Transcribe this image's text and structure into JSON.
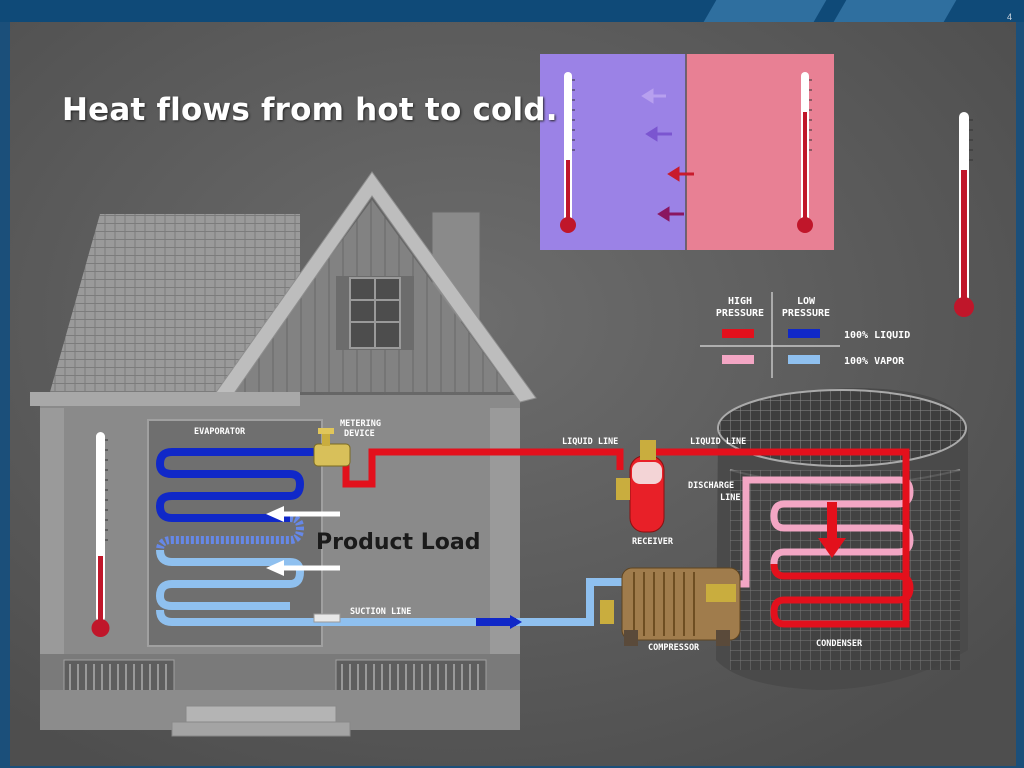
{
  "slide": {
    "title": "Heat flows from hot to cold.",
    "page_number": "4"
  },
  "legend": {
    "high_pressure": "HIGH\nPRESSURE",
    "low_pressure": "LOW\nPRESSURE",
    "liquid": "100% LIQUID",
    "vapor": "100% VAPOR",
    "colors": {
      "high_liquid": "#e3101c",
      "low_liquid": "#1028c8",
      "high_vapor": "#f3a6c4",
      "low_vapor": "#8fc0ef"
    }
  },
  "labels": {
    "evaporator": "EVAPORATOR",
    "metering_device": "METERING\nDEVICE",
    "liquid_line_1": "LIQUID LINE",
    "liquid_line_2": "LIQUID LINE",
    "discharge_line": "DISCHARGE\nLINE",
    "receiver": "RECEIVER",
    "product_load": "Product Load",
    "suction_line": "SUCTION LINE",
    "compressor": "COMPRESSOR",
    "condenser": "CONDENSER"
  },
  "colors": {
    "cold_box": "#9b82e6",
    "hot_box": "#e88094",
    "mercury": "#c0162a"
  }
}
